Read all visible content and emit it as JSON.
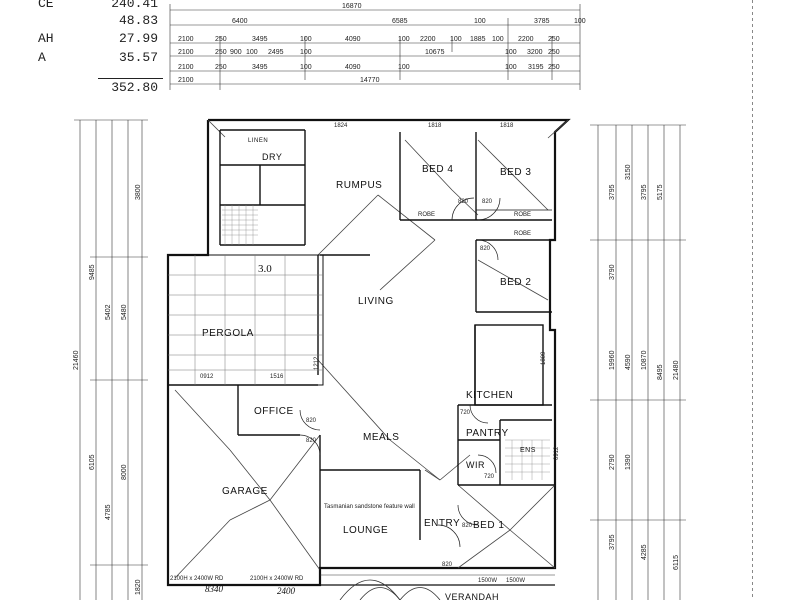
{
  "area_schedule": [
    {
      "label": "CE",
      "value": "240.41"
    },
    {
      "label": "",
      "value": "48.83"
    },
    {
      "label": "AH",
      "value": "27.99"
    },
    {
      "label": "A",
      "value": "35.57"
    }
  ],
  "area_total": "352.80",
  "top_dims": {
    "overall": "16870",
    "row1": [
      "6400",
      "6585",
      "100",
      "3785",
      "100"
    ],
    "row2": [
      "2100",
      "250",
      "3495",
      "100",
      "4090",
      "100",
      "2200",
      "100",
      "1885",
      "100",
      "2200",
      "250"
    ],
    "row3": [
      "2100",
      "250",
      "900",
      "100",
      "2495",
      "100",
      "10675",
      "100",
      "3200",
      "250"
    ],
    "row4": [
      "2100",
      "250",
      "3495",
      "100",
      "4090",
      "100",
      "100",
      "3195",
      "250"
    ],
    "row5_start": "2100",
    "row5_total": "14770"
  },
  "left_dims": {
    "outer": "21460",
    "seg_a": "9485",
    "seg_b": "8000",
    "seg_c": "6105",
    "inner": [
      "5480",
      "5402",
      "3800",
      "4785",
      "1820"
    ]
  },
  "right_dims": {
    "outer": "21480",
    "seg_a": "19960",
    "seg_b": "8495",
    "seg_c": "10870",
    "inner": [
      "3795",
      "3150",
      "3795",
      "5175",
      "4590",
      "3790",
      "2790",
      "1390",
      "6115",
      "3795",
      "4285"
    ]
  },
  "rooms": {
    "bed4": "BED 4",
    "bed3": "BED 3",
    "bed2": "BED 2",
    "bed1": "BED 1",
    "rumpus": "RUMPUS",
    "living": "LIVING",
    "kitchen": "KITCHEN",
    "pantry": "PANTRY",
    "office": "OFFICE",
    "meals": "MEALS",
    "garage": "GARAGE",
    "lounge": "LOUNGE",
    "entry": "ENTRY",
    "wir": "WIR",
    "pergola": "PERGOLA",
    "linen": "LINEN",
    "dry": "DRY",
    "ens": "ENS",
    "verandah": "VERANDAH"
  },
  "door_labels": {
    "d820": "820",
    "d720": "720",
    "robe": "ROBE"
  },
  "notes": {
    "feature_wall": "Tasmanian sandstone feature wall",
    "garage_door_1": "2100H x 2400W RD",
    "garage_door_2": "2100H x 2400W RD",
    "window_1": "1500W",
    "window_2": "1500W",
    "pergola_note": "3.0",
    "handwritten_1": "8340",
    "handwritten_2": "2400",
    "width_1824": "1824",
    "width_1818a": "1818",
    "width_1818b": "1818",
    "sill_1": "0912",
    "sill_2": "1516",
    "sill_3": "1212",
    "sill_4": "1809",
    "sill_5": "0912"
  }
}
